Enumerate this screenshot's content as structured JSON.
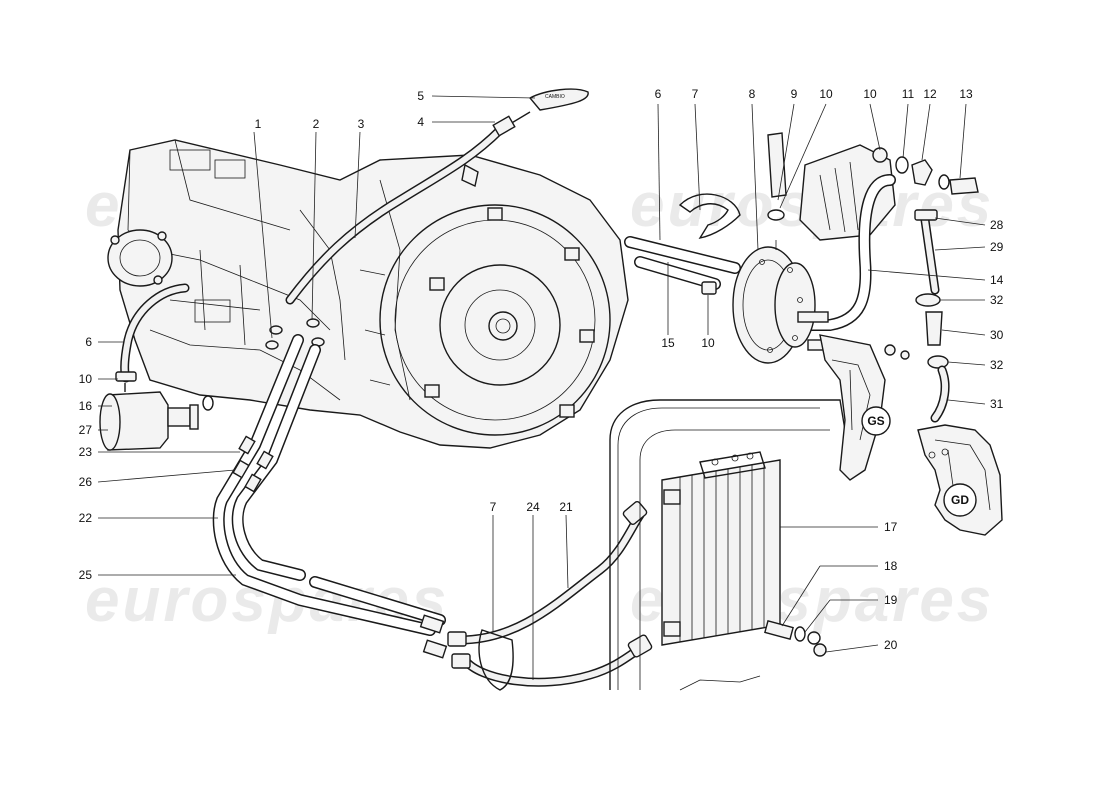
{
  "watermark": {
    "text": "eurospares"
  },
  "callouts": [
    {
      "id": "c1",
      "label": "1"
    },
    {
      "id": "c2",
      "label": "2"
    },
    {
      "id": "c3",
      "label": "3"
    },
    {
      "id": "c4",
      "label": "4"
    },
    {
      "id": "c5",
      "label": "5"
    },
    {
      "id": "c6a",
      "label": "6"
    },
    {
      "id": "c7a",
      "label": "7"
    },
    {
      "id": "c8",
      "label": "8"
    },
    {
      "id": "c9",
      "label": "9"
    },
    {
      "id": "c10a",
      "label": "10"
    },
    {
      "id": "c10b",
      "label": "10"
    },
    {
      "id": "c11",
      "label": "11"
    },
    {
      "id": "c12",
      "label": "12"
    },
    {
      "id": "c13",
      "label": "13"
    },
    {
      "id": "c28",
      "label": "28"
    },
    {
      "id": "c29",
      "label": "29"
    },
    {
      "id": "c14",
      "label": "14"
    },
    {
      "id": "c32a",
      "label": "32"
    },
    {
      "id": "c30",
      "label": "30"
    },
    {
      "id": "c32b",
      "label": "32"
    },
    {
      "id": "c31",
      "label": "31"
    },
    {
      "id": "c15",
      "label": "15"
    },
    {
      "id": "c10c",
      "label": "10"
    },
    {
      "id": "c6b",
      "label": "6"
    },
    {
      "id": "c10d",
      "label": "10"
    },
    {
      "id": "c16",
      "label": "16"
    },
    {
      "id": "c27",
      "label": "27"
    },
    {
      "id": "c23",
      "label": "23"
    },
    {
      "id": "c26",
      "label": "26"
    },
    {
      "id": "c22",
      "label": "22"
    },
    {
      "id": "c25",
      "label": "25"
    },
    {
      "id": "c7b",
      "label": "7"
    },
    {
      "id": "c24",
      "label": "24"
    },
    {
      "id": "c21",
      "label": "21"
    },
    {
      "id": "c17",
      "label": "17"
    },
    {
      "id": "c18",
      "label": "18"
    },
    {
      "id": "c19",
      "label": "19"
    },
    {
      "id": "c20",
      "label": "20"
    }
  ],
  "badges": {
    "gs": "GS",
    "gd": "GD"
  },
  "dipstick_marking": "CAMBIO"
}
